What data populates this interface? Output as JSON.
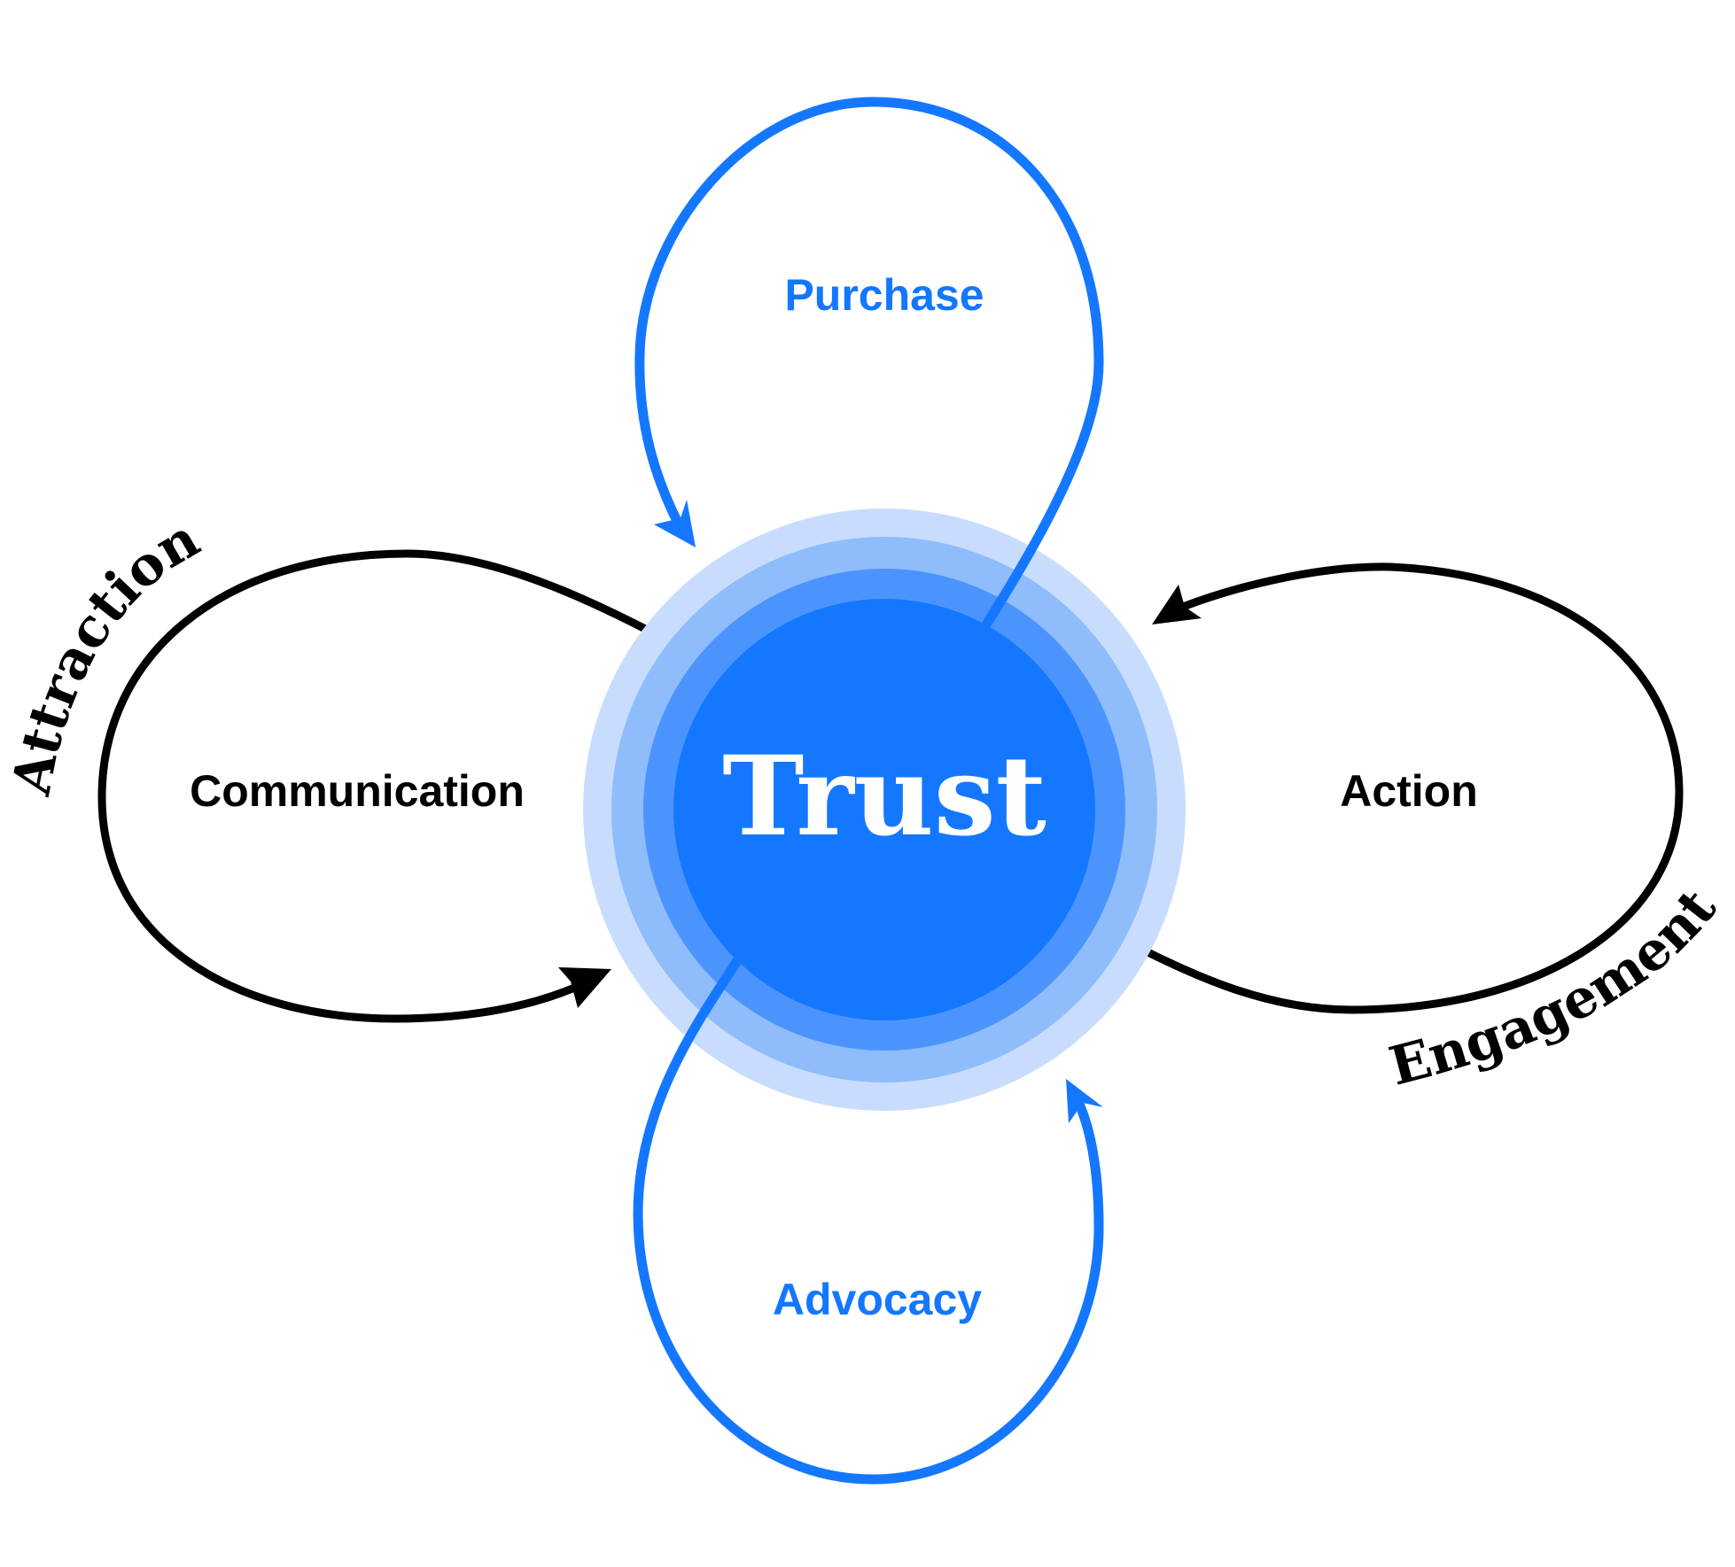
{
  "center": {
    "label": "Trust"
  },
  "loops": {
    "top": {
      "label": "Purchase"
    },
    "left": {
      "label": "Communication"
    },
    "right": {
      "label": "Action"
    },
    "bottom": {
      "label": "Advocacy"
    }
  },
  "curved_labels": {
    "left": "Attraction",
    "right": "Engagement"
  },
  "colors": {
    "blue": "#1477ff",
    "black": "#000000",
    "white": "#ffffff",
    "ring_outer": "#c8ddfd",
    "ring_mid": "#8fbcfb",
    "ring_inner": "#4c94fd"
  }
}
